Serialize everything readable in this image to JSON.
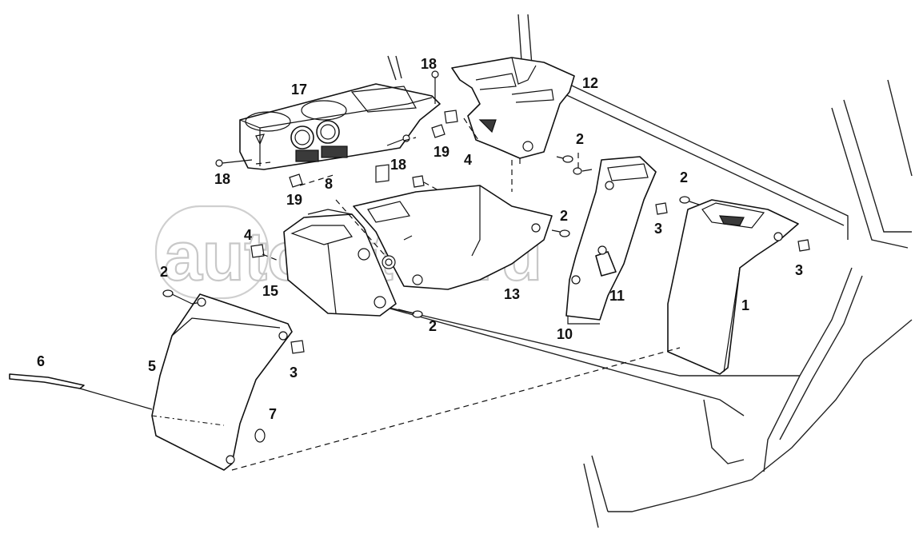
{
  "watermark": "autopiter.ru",
  "callouts": [
    {
      "id": "c1",
      "text": "1"
    },
    {
      "id": "c2a",
      "text": "2"
    },
    {
      "id": "c2b",
      "text": "2"
    },
    {
      "id": "c2c",
      "text": "2"
    },
    {
      "id": "c2d",
      "text": "2"
    },
    {
      "id": "c2e",
      "text": "2"
    },
    {
      "id": "c3a",
      "text": "3"
    },
    {
      "id": "c3b",
      "text": "3"
    },
    {
      "id": "c3c",
      "text": "3"
    },
    {
      "id": "c4a",
      "text": "4"
    },
    {
      "id": "c4b",
      "text": "4"
    },
    {
      "id": "c5",
      "text": "5"
    },
    {
      "id": "c6",
      "text": "6"
    },
    {
      "id": "c7",
      "text": "7"
    },
    {
      "id": "c8",
      "text": "8"
    },
    {
      "id": "c10",
      "text": "10"
    },
    {
      "id": "c11",
      "text": "11"
    },
    {
      "id": "c12",
      "text": "12"
    },
    {
      "id": "c13",
      "text": "13"
    },
    {
      "id": "c15",
      "text": "15"
    },
    {
      "id": "c17",
      "text": "17"
    },
    {
      "id": "c18a",
      "text": "18"
    },
    {
      "id": "c18b",
      "text": "18"
    },
    {
      "id": "c18c",
      "text": "18"
    },
    {
      "id": "c19a",
      "text": "19"
    },
    {
      "id": "c19b",
      "text": "19"
    }
  ]
}
